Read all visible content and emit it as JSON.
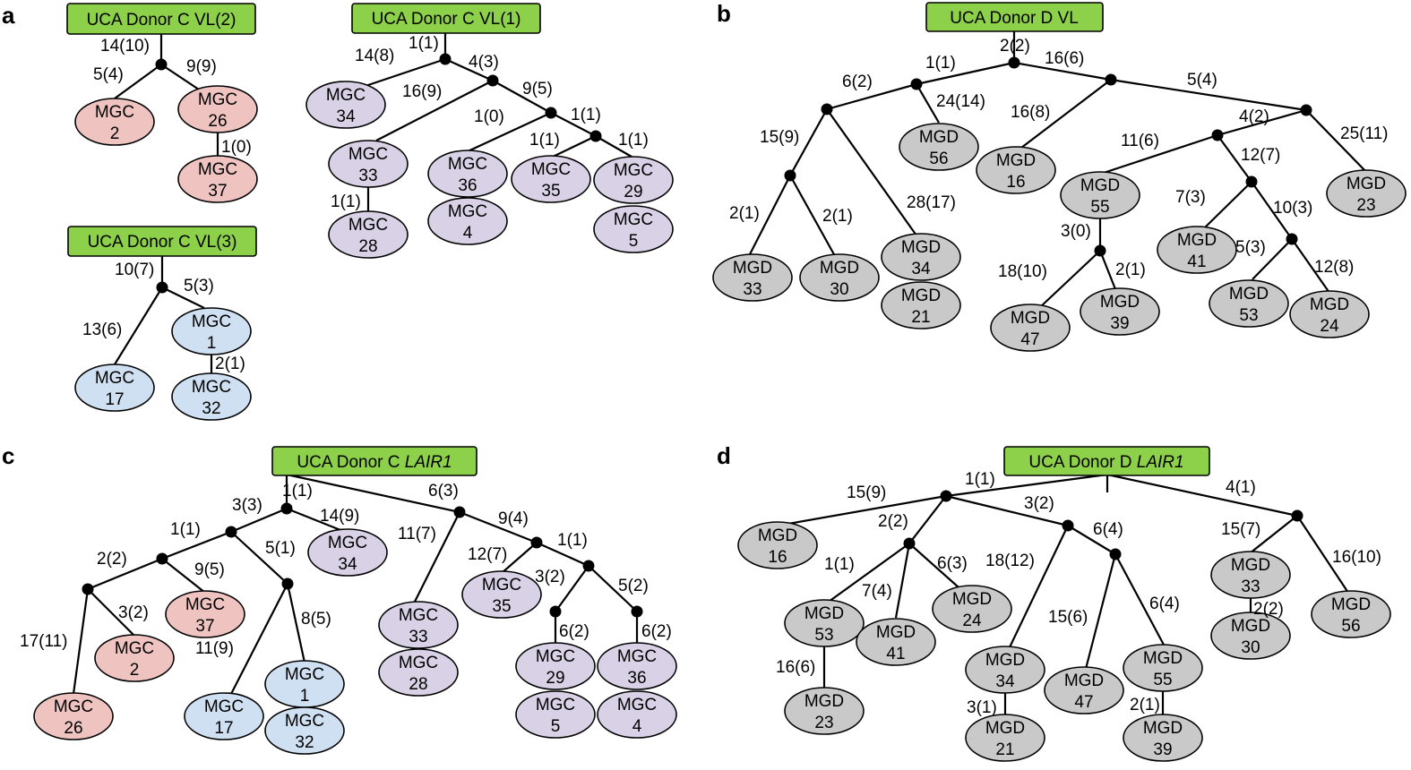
{
  "colors": {
    "root": "#8dd04a",
    "pink": "#efc3c0",
    "purple": "#d9d1e6",
    "blue": "#cfe0f2",
    "gray": "#c9c9c9"
  },
  "panels": {
    "a": {
      "letter": "a"
    },
    "b": {
      "letter": "b"
    },
    "c": {
      "letter": "c"
    },
    "d": {
      "letter": "d"
    }
  },
  "roots": {
    "a1": {
      "text": "UCA Donor C VL(2)"
    },
    "a2": {
      "text": "UCA Donor C VL(1)"
    },
    "a3": {
      "text": "UCA Donor C VL(3)"
    },
    "b": {
      "text": "UCA Donor D VL"
    },
    "c": {
      "text": "UCA Donor C ",
      "italic": "LAIR1"
    },
    "d": {
      "text": "UCA Donor D ",
      "italic": "LAIR1"
    }
  },
  "leaves": {
    "a_2": [
      "MGC",
      "2"
    ],
    "a_26": [
      "MGC",
      "26"
    ],
    "a_37": [
      "MGC",
      "37"
    ],
    "a_34": [
      "MGC",
      "34"
    ],
    "a_33": [
      "MGC",
      "33"
    ],
    "a_28": [
      "MGC",
      "28"
    ],
    "a_36": [
      "MGC",
      "36"
    ],
    "a_4": [
      "MGC",
      "4"
    ],
    "a_35": [
      "MGC",
      "35"
    ],
    "a_29": [
      "MGC",
      "29"
    ],
    "a_5": [
      "MGC",
      "5"
    ],
    "a_1": [
      "MGC",
      "1"
    ],
    "a_17": [
      "MGC",
      "17"
    ],
    "a_32": [
      "MGC",
      "32"
    ],
    "b_56": [
      "MGD",
      "56"
    ],
    "b_16": [
      "MGD",
      "16"
    ],
    "b_55": [
      "MGD",
      "55"
    ],
    "b_23": [
      "MGD",
      "23"
    ],
    "b_41": [
      "MGD",
      "41"
    ],
    "b_33": [
      "MGD",
      "33"
    ],
    "b_30": [
      "MGD",
      "30"
    ],
    "b_34": [
      "MGD",
      "34"
    ],
    "b_21": [
      "MGD",
      "21"
    ],
    "b_47": [
      "MGD",
      "47"
    ],
    "b_39": [
      "MGD",
      "39"
    ],
    "b_53": [
      "MGD",
      "53"
    ],
    "b_24": [
      "MGD",
      "24"
    ],
    "c_34": [
      "MGC",
      "34"
    ],
    "c_37": [
      "MGC",
      "37"
    ],
    "c_2": [
      "MGC",
      "2"
    ],
    "c_26": [
      "MGC",
      "26"
    ],
    "c_17": [
      "MGC",
      "17"
    ],
    "c_1": [
      "MGC",
      "1"
    ],
    "c_32": [
      "MGC",
      "32"
    ],
    "c_33": [
      "MGC",
      "33"
    ],
    "c_28": [
      "MGC",
      "28"
    ],
    "c_35": [
      "MGC",
      "35"
    ],
    "c_29": [
      "MGC",
      "29"
    ],
    "c_5": [
      "MGC",
      "5"
    ],
    "c_36": [
      "MGC",
      "36"
    ],
    "c_4": [
      "MGC",
      "4"
    ],
    "d_16": [
      "MGD",
      "16"
    ],
    "d_24": [
      "MGD",
      "24"
    ],
    "d_53": [
      "MGD",
      "53"
    ],
    "d_41": [
      "MGD",
      "41"
    ],
    "d_23": [
      "MGD",
      "23"
    ],
    "d_34": [
      "MGD",
      "34"
    ],
    "d_21": [
      "MGD",
      "21"
    ],
    "d_47": [
      "MGD",
      "47"
    ],
    "d_55": [
      "MGD",
      "55"
    ],
    "d_39": [
      "MGD",
      "39"
    ],
    "d_33": [
      "MGD",
      "33"
    ],
    "d_30": [
      "MGD",
      "30"
    ],
    "d_56": [
      "MGD",
      "56"
    ]
  },
  "edge_labels": {
    "a1_root": "14(10)",
    "a1_l": "5(4)",
    "a1_r": "9(9)",
    "a1_26_37": "1(0)",
    "a2_root": "1(1)",
    "a2_34": "14(8)",
    "a2_n2": "4(3)",
    "a2_33": "16(9)",
    "a2_n3": "9(5)",
    "a2_33_28": "1(1)",
    "a2_36": "1(0)",
    "a2_n4": "1(1)",
    "a2_35": "1(1)",
    "a2_29": "1(1)",
    "a3_root": "10(7)",
    "a3_17": "13(6)",
    "a3_1": "5(3)",
    "a3_1_32": "2(1)",
    "b_root": "2(2)",
    "b_l": "1(1)",
    "b_r": "16(6)",
    "b_ll": "6(2)",
    "b_56": "24(14)",
    "b_16": "16(8)",
    "b_rr": "5(4)",
    "b_n15": "15(9)",
    "b_34": "28(17)",
    "b_33": "2(1)",
    "b_30": "2(1)",
    "b_42": "4(2)",
    "b_23": "25(11)",
    "b_55": "11(6)",
    "b_127": "12(7)",
    "b_n30": "3(0)",
    "b_47": "18(10)",
    "b_39": "2(1)",
    "b_41": "7(3)",
    "b_103": "10(3)",
    "b_53": "5(3)",
    "b_24": "12(8)",
    "c_root": "1(1)",
    "c_l": "3(3)",
    "c_r": "6(3)",
    "c_34": "14(9)",
    "c_n11": "1(1)",
    "c_n51": "5(1)",
    "c_n22": "2(2)",
    "c_37": "9(5)",
    "c_26": "17(11)",
    "c_2": "3(2)",
    "c_17": "11(9)",
    "c_1": "8(5)",
    "c_33": "11(7)",
    "c_n94": "9(4)",
    "c_35": "12(7)",
    "c_n11b": "1(1)",
    "c_n32": "3(2)",
    "c_n52": "5(2)",
    "c_29": "6(2)",
    "c_36": "6(2)",
    "d_root": "1(1)",
    "d_16": "15(9)",
    "d_32": "3(2)",
    "d_41r": "4(1)",
    "d_22": "2(2)",
    "d_53": "1(1)",
    "d_41": "7(4)",
    "d_24": "6(3)",
    "d_23": "16(6)",
    "d_64": "6(4)",
    "d_34": "18(12)",
    "d_47": "15(6)",
    "d_55": "6(4)",
    "d_21": "3(1)",
    "d_39": "2(1)",
    "d_33": "15(7)",
    "d_56": "16(10)",
    "d_30": "2(2)"
  }
}
